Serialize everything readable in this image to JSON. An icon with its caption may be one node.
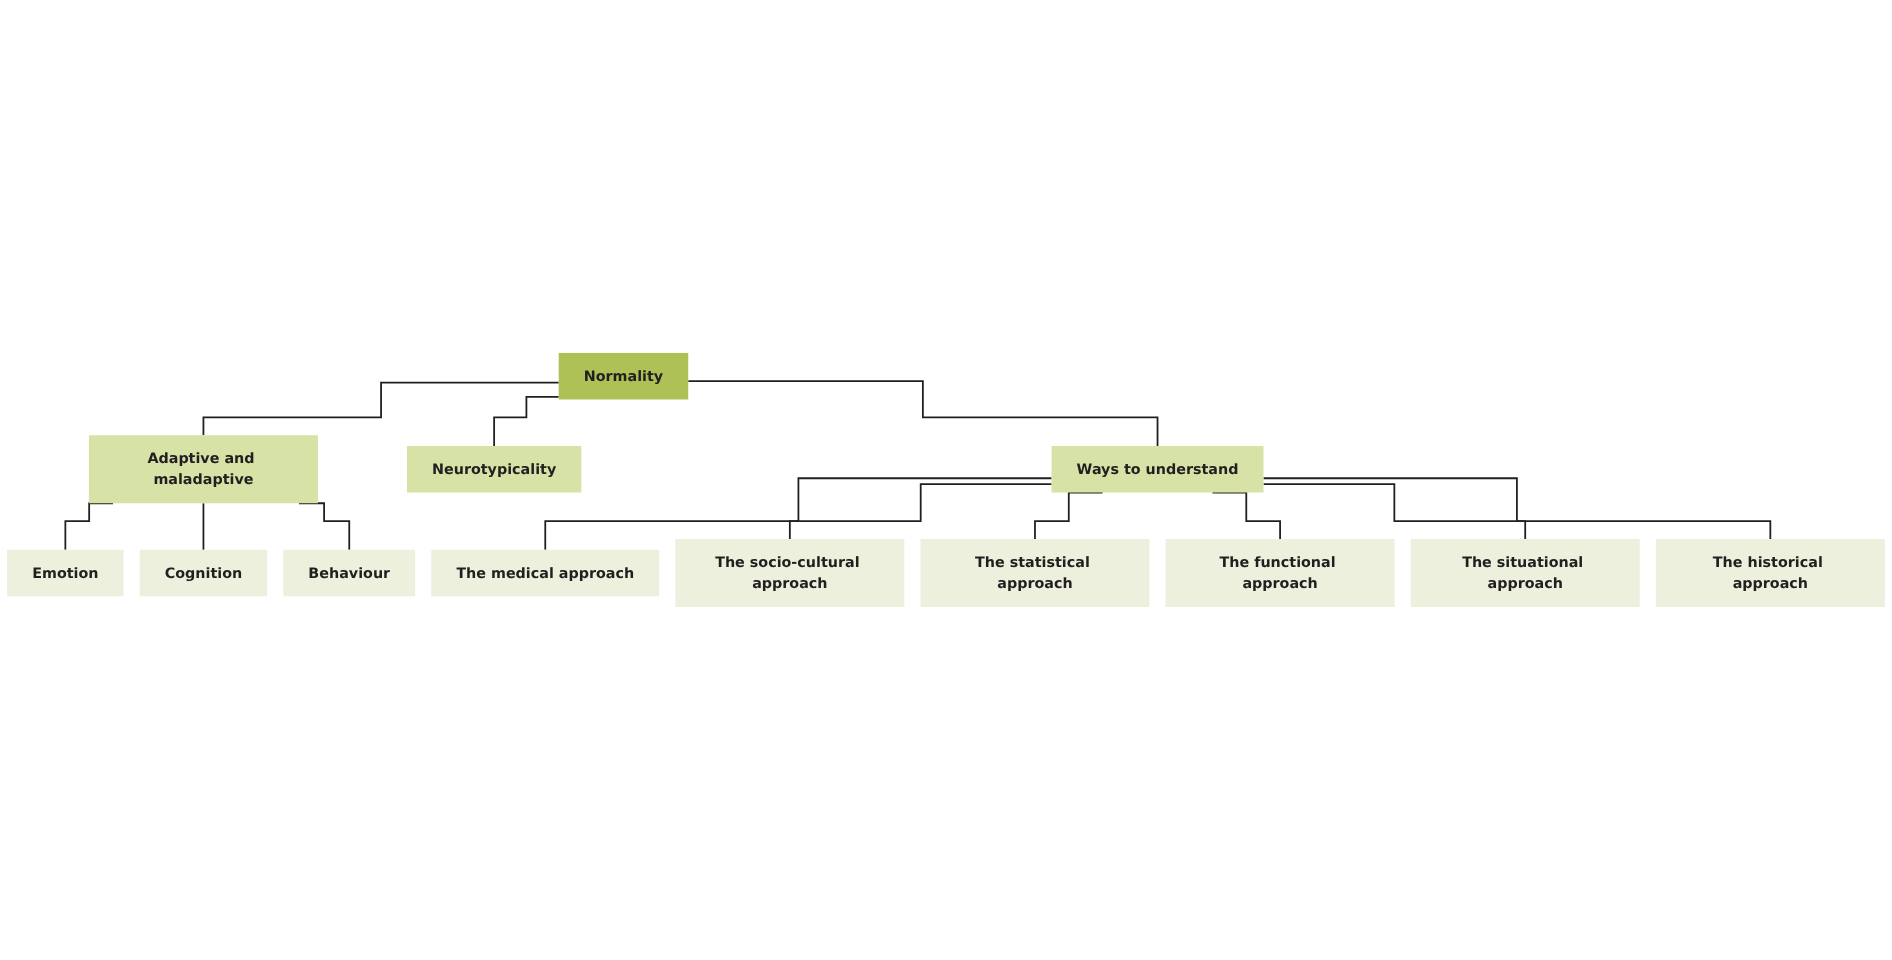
{
  "diagram": {
    "nodes": [
      {
        "text": [
          "Normality"
        ]
      },
      {
        "text": [
          "Adaptive and maladaptive"
        ]
      },
      {
        "text": [
          "Neurotypicality"
        ]
      },
      {
        "text": [
          "Ways to understand"
        ]
      },
      {
        "text": [
          "Emotion"
        ]
      },
      {
        "text": [
          "Cognition"
        ]
      },
      {
        "text": [
          "Behaviour"
        ]
      },
      {
        "text": [
          "The medical approach"
        ]
      },
      {
        "text": [
          "The socio-cultural approach"
        ]
      },
      {
        "text": [
          "The statistical approach"
        ]
      },
      {
        "text": [
          "The functional approach"
        ]
      },
      {
        "text": [
          "The situational approach"
        ]
      },
      {
        "text": [
          "The historical approach"
        ]
      }
    ],
    "edges": [
      {
        "from": 0,
        "to": 1,
        "arrow": "none"
      },
      {
        "from": 0,
        "to": 2,
        "arrow": "none"
      },
      {
        "from": 0,
        "to": 3,
        "arrow": "none"
      },
      {
        "from": 1,
        "to": 4,
        "arrow": "none"
      },
      {
        "from": 1,
        "to": 5,
        "arrow": "none"
      },
      {
        "from": 1,
        "to": 6,
        "arrow": "none"
      },
      {
        "from": 3,
        "to": 7,
        "arrow": "none"
      },
      {
        "from": 3,
        "to": 8,
        "arrow": "none"
      },
      {
        "from": 3,
        "to": 9,
        "arrow": "none"
      },
      {
        "from": 3,
        "to": 10,
        "arrow": "none"
      },
      {
        "from": 3,
        "to": 11,
        "arrow": "none"
      },
      {
        "from": 3,
        "to": 12,
        "arrow": "none"
      }
    ]
  }
}
